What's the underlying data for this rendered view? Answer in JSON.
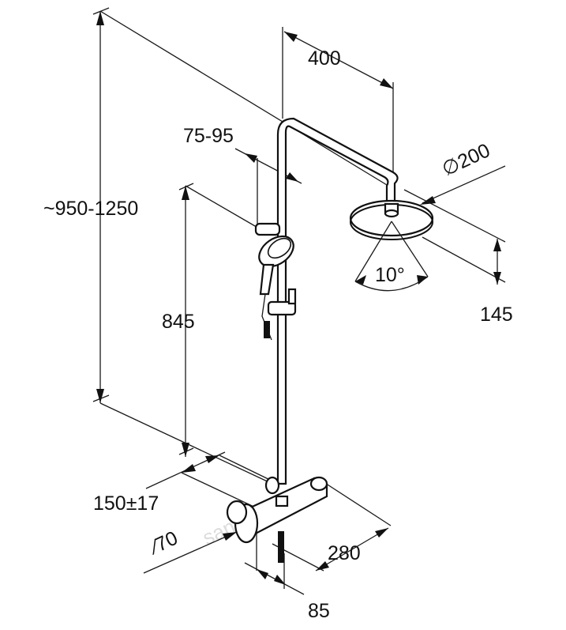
{
  "diagram": {
    "dimensions": {
      "height_range": "~950-1250",
      "arm_length": "400",
      "rail_clearance": "75-95",
      "head_diameter": "∅200",
      "head_height": "145",
      "head_tilt": "10°",
      "holder_height": "845",
      "inlet_spacing": "150±17",
      "valve_diameter": "∕70",
      "valve_length": "280",
      "wall_clearance": "85"
    },
    "watermark": "santehnika.ru"
  },
  "colors": {
    "line": "#111111",
    "background": "#ffffff",
    "watermark": "#dcdcdc"
  }
}
